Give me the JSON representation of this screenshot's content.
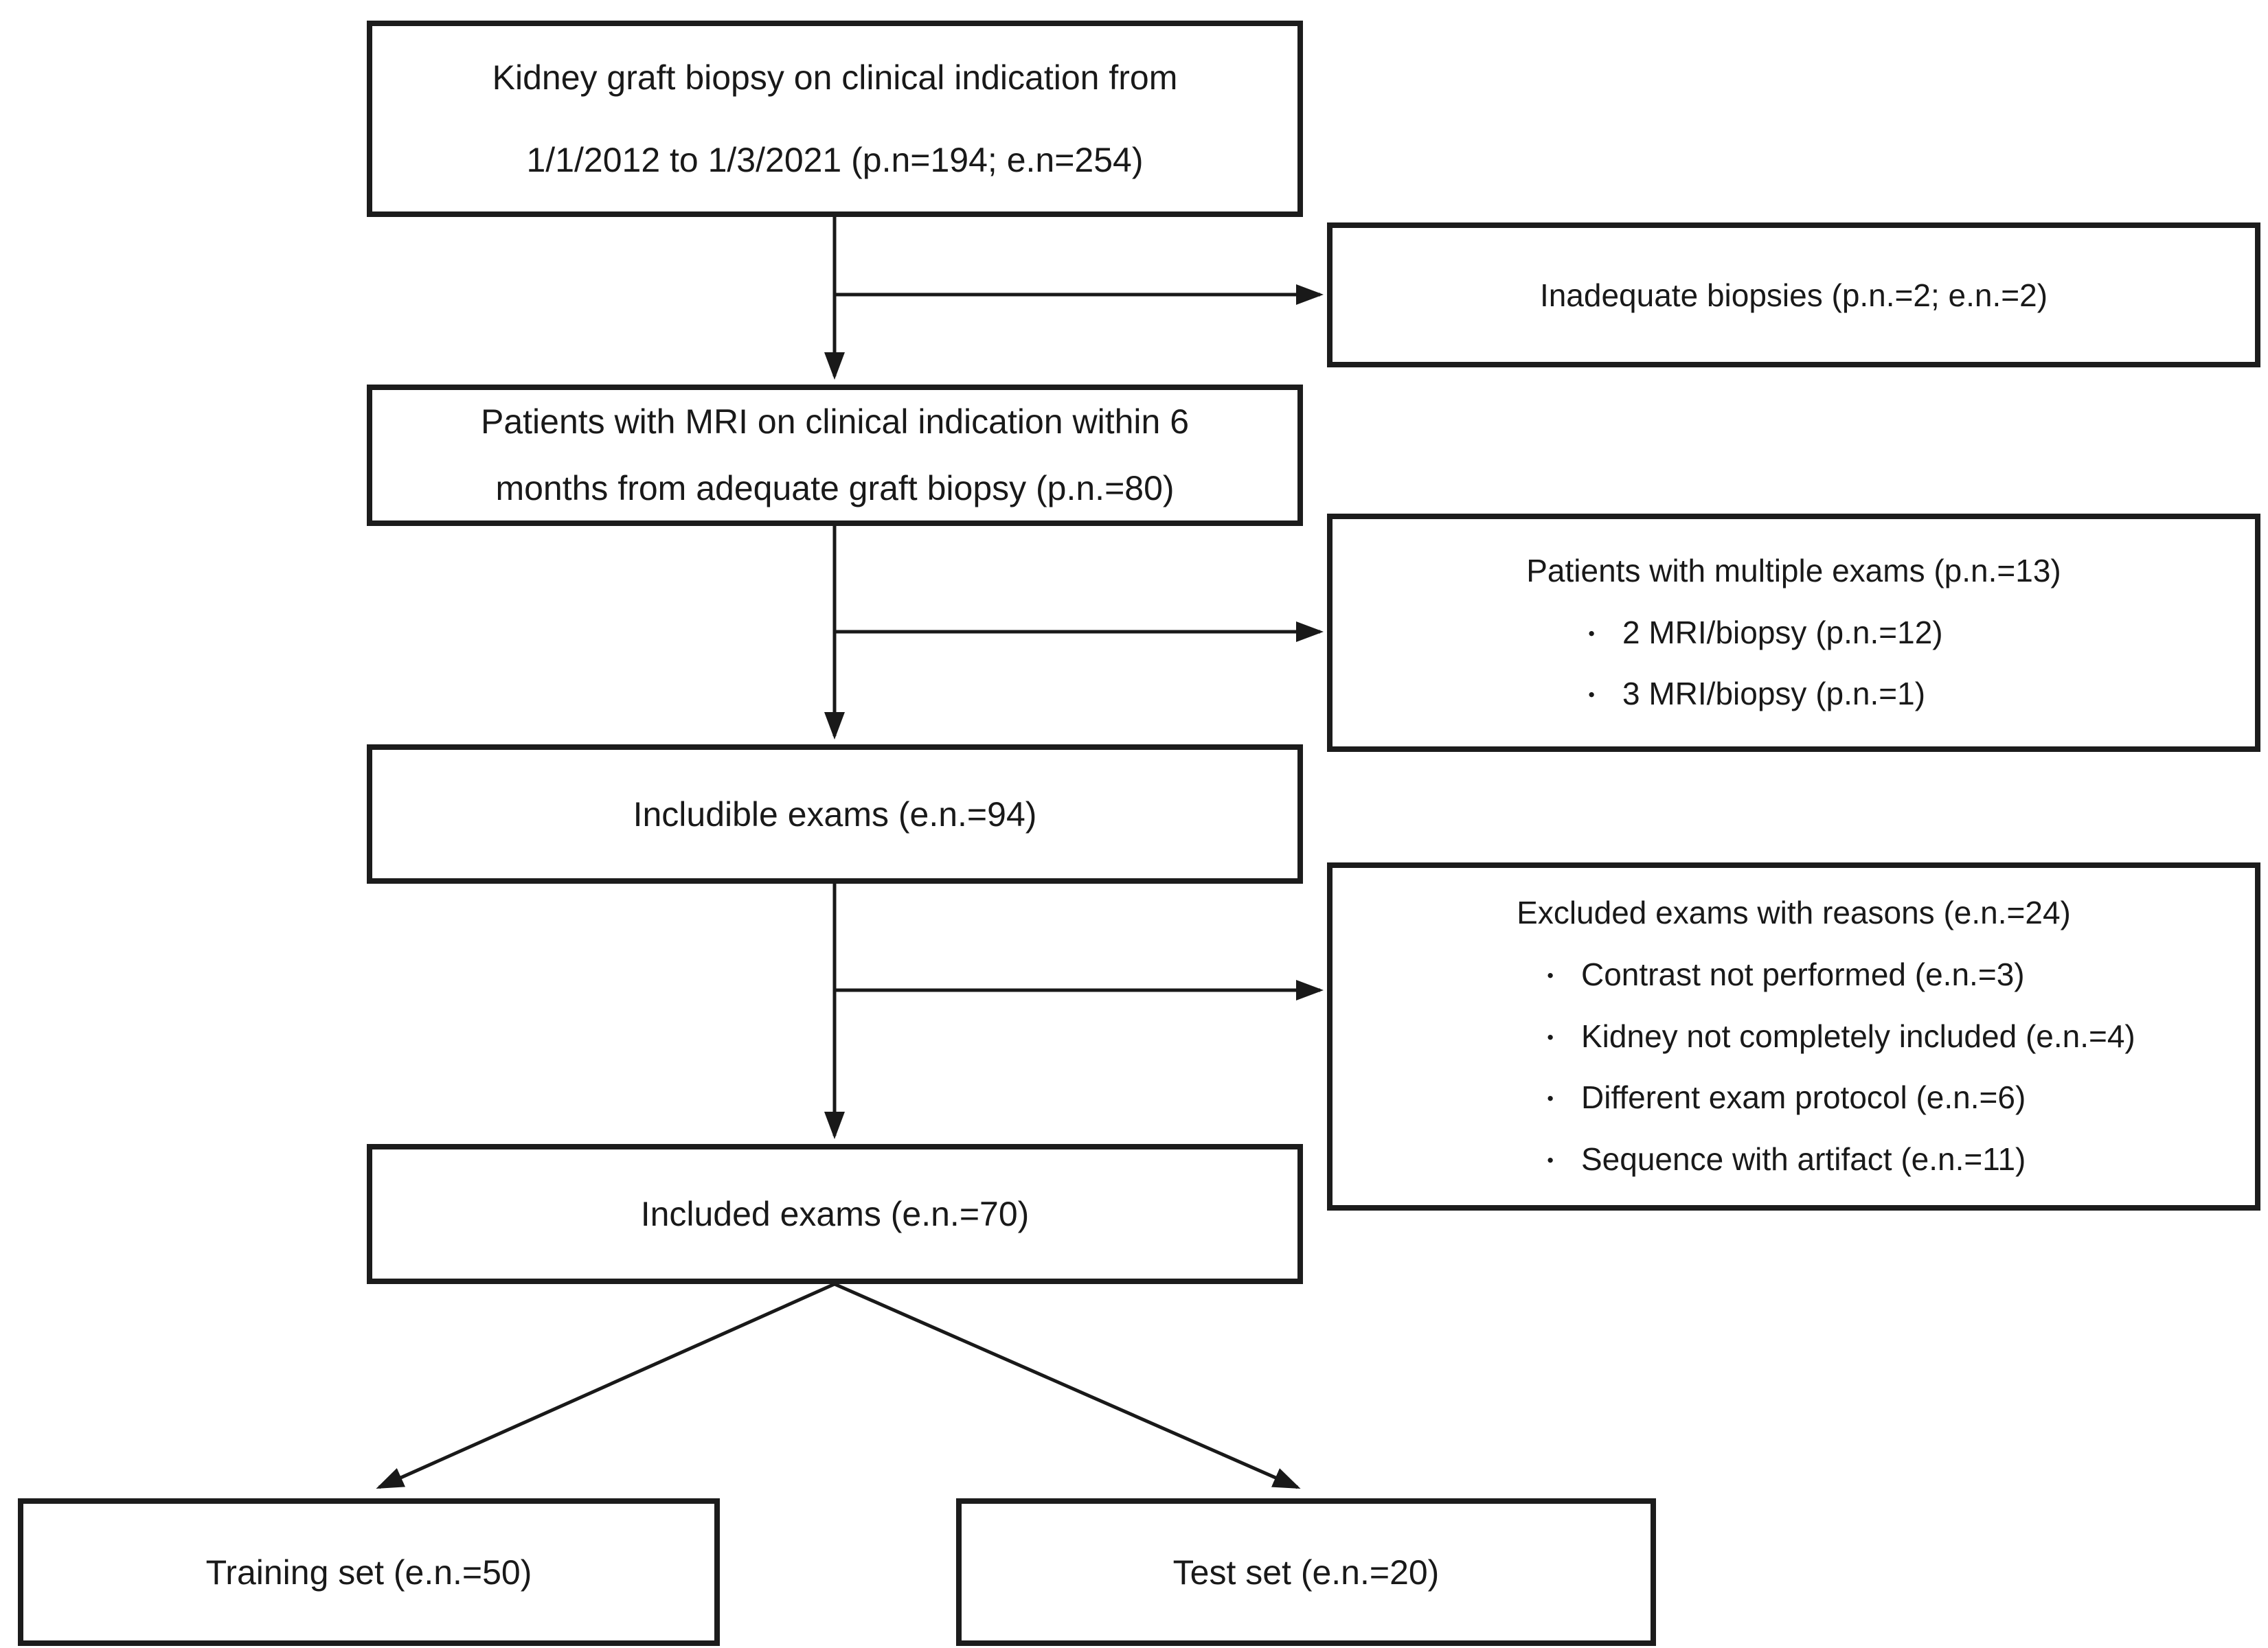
{
  "figure": {
    "type": "flowchart",
    "colors": {
      "border": "#1c1c1c",
      "text": "#191919",
      "line": "#191919",
      "background": "#ffffff"
    },
    "boxes": {
      "biopsy_source": {
        "lines": [
          "Kidney graft biopsy on clinical indication from",
          "1/1/2012 to 1/3/2021 (p.n=194; e.n=254)"
        ]
      },
      "inadequate_biopsies": {
        "text": "Inadequate biopsies (p.n.=2; e.n.=2)"
      },
      "mri_patients": {
        "lines": [
          "Patients with MRI on clinical indication within 6",
          "months from adequate graft biopsy (p.n.=80)"
        ]
      },
      "multiple_exams": {
        "title": "Patients with multiple exams (p.n.=13)",
        "items": [
          "2 MRI/biopsy (p.n.=12)",
          "3 MRI/biopsy (p.n.=1)"
        ]
      },
      "includible_exams": {
        "text": "Includible exams (e.n.=94)"
      },
      "excluded_exams": {
        "title": "Excluded exams with reasons (e.n.=24)",
        "items": [
          "Contrast not performed (e.n.=3)",
          "Kidney not completely included (e.n.=4)",
          "Different exam protocol (e.n.=6)",
          "Sequence with artifact (e.n.=11)"
        ]
      },
      "included_exams": {
        "text": "Included exams (e.n.=70)"
      },
      "training_set": {
        "text": "Training set (e.n.=50)"
      },
      "test_set": {
        "text": "Test set (e.n.=20)"
      }
    }
  }
}
